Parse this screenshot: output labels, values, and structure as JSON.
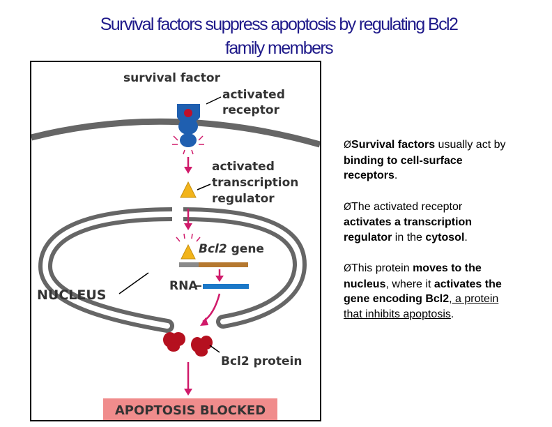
{
  "title": {
    "line1": "Survival factors suppress apoptosis by regulating Bcl2",
    "line2": "family members"
  },
  "figure": {
    "survival_factor": "survival factor",
    "activated_receptor_1": "activated",
    "activated_receptor_2": "receptor",
    "activated_tr_1": "activated",
    "activated_tr_2": "transcription",
    "activated_tr_3": "regulator",
    "bcl2_gene_italic": "Bcl2",
    "bcl2_gene_rest": " gene",
    "rna": "RNA",
    "nucleus": "NUCLEUS",
    "bcl2_protein": "Bcl2 protein",
    "apoptosis_blocked": "APOPTOSIS BLOCKED",
    "colors": {
      "membrane": "#666666",
      "receptor": "#1f5fb0",
      "factor": "#c0102a",
      "arrow": "#d01a6a",
      "regulator": "#f2b41a",
      "gene_grey": "#8a8a8a",
      "gene_brown": "#b5782f",
      "rna_blue": "#1b78c8",
      "protein": "#b5101f",
      "blocked_bg": "#f08c8c"
    }
  },
  "notes": [
    {
      "marker": "Ø",
      "b1": "Survival factors",
      "t1": " usually act by ",
      "b2": "binding to cell-surface receptors",
      "t2": "."
    },
    {
      "marker": "Ø",
      "t0": "The activated receptor ",
      "b1": "activates a transcription regulator",
      "t1": " in the ",
      "b2": "cytosol",
      "t2": "."
    },
    {
      "marker": "Ø",
      "t0": "This protein ",
      "b1": "moves to the nucleus",
      "t1": ", where it ",
      "b2": "activates the gene encoding Bcl2",
      "u1": ", a protein that inhibits apoptosis",
      "t2": "."
    }
  ]
}
